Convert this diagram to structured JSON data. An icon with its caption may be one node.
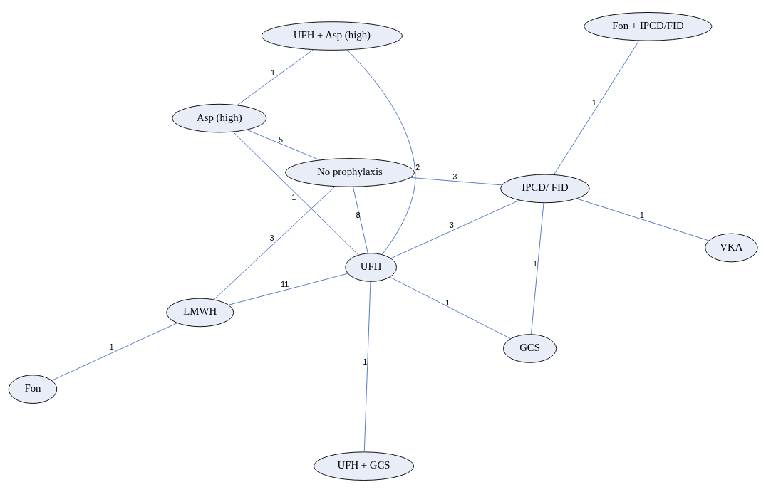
{
  "diagram": {
    "nodes": [
      {
        "text": [
          "No prophylaxis"
        ]
      },
      {
        "text": [
          "VKA"
        ]
      },
      {
        "text": [
          "IPCD/ FID"
        ]
      },
      {
        "text": [
          "Asp (high)"
        ]
      },
      {
        "text": [
          "Fon + IPCD/FID"
        ]
      },
      {
        "text": [
          "UFH + Asp (high)"
        ]
      },
      {
        "text": [
          "Fon"
        ]
      },
      {
        "text": [
          "GCS"
        ]
      },
      {
        "text": [
          "LMWH"
        ]
      },
      {
        "text": [
          "UFH"
        ]
      },
      {
        "text": [
          "UFH + GCS"
        ]
      }
    ],
    "edges": [
      {
        "from": 0,
        "to": 2,
        "arrow": "none",
        "label": "3"
      },
      {
        "from": 1,
        "to": 2,
        "arrow": "none",
        "label": "1"
      },
      {
        "from": 3,
        "to": 0,
        "arrow": "none",
        "label": "5"
      },
      {
        "from": 2,
        "to": 4,
        "arrow": "none",
        "label": "1"
      },
      {
        "from": 0,
        "to": 8,
        "arrow": "none",
        "label": "3"
      },
      {
        "from": 0,
        "to": 9,
        "arrow": "none",
        "label": "8"
      },
      {
        "from": 2,
        "to": 7,
        "arrow": "none",
        "label": "1"
      },
      {
        "from": 2,
        "to": 9,
        "arrow": "none",
        "label": "3"
      },
      {
        "from": 3,
        "to": 5,
        "arrow": "none",
        "label": "1"
      },
      {
        "from": 3,
        "to": 9,
        "arrow": "none",
        "label": "1"
      },
      {
        "from": 5,
        "to": 9,
        "arrow": "none",
        "label": "2"
      },
      {
        "from": 6,
        "to": 8,
        "arrow": "none",
        "label": "1"
      },
      {
        "from": 7,
        "to": 9,
        "arrow": "none",
        "label": "1"
      },
      {
        "from": 9,
        "to": 8,
        "arrow": "none",
        "label": "11"
      },
      {
        "from": 9,
        "to": 10,
        "arrow": "none",
        "label": "1"
      }
    ]
  }
}
